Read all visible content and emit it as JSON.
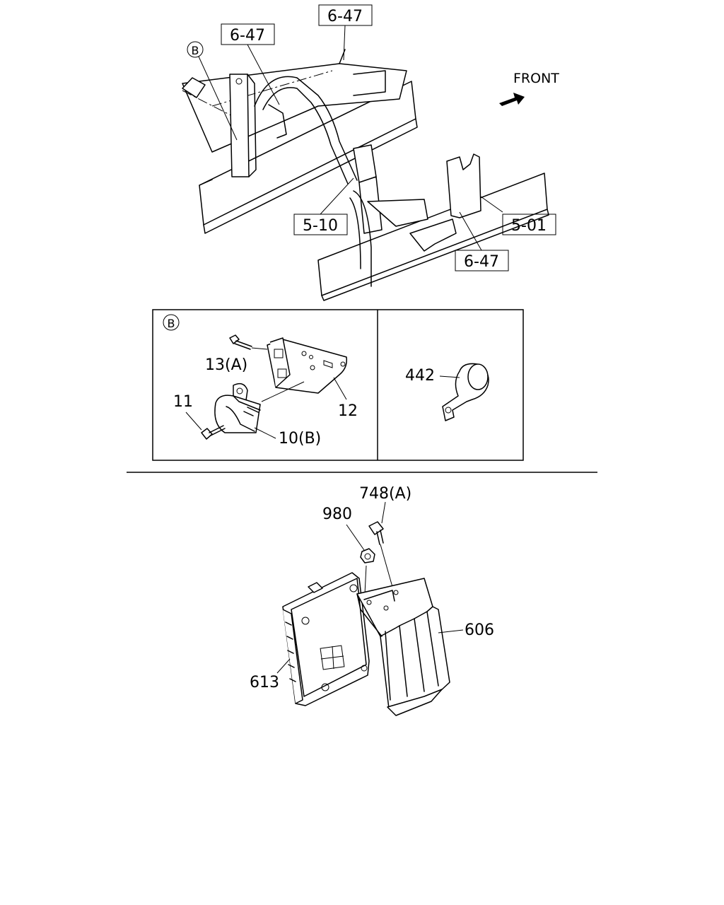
{
  "top_view": {
    "front_label": "FRONT",
    "detail_marker": "B",
    "refs": {
      "ref_upper_right": "6-47",
      "ref_upper_left": "6-47",
      "ref_center": "5-10",
      "ref_lower": "6-47",
      "ref_right": "5-01"
    }
  },
  "detail_b": {
    "marker": "B",
    "labels": {
      "bolt": "13(A)",
      "bracket": "12",
      "screw": "11",
      "clip": "10(B)"
    }
  },
  "detail_clamp": {
    "labels": {
      "clamp": "442"
    }
  },
  "bottom_view": {
    "labels": {
      "bolt": "748(A)",
      "nut": "980",
      "bracket": "606",
      "module": "613"
    }
  }
}
